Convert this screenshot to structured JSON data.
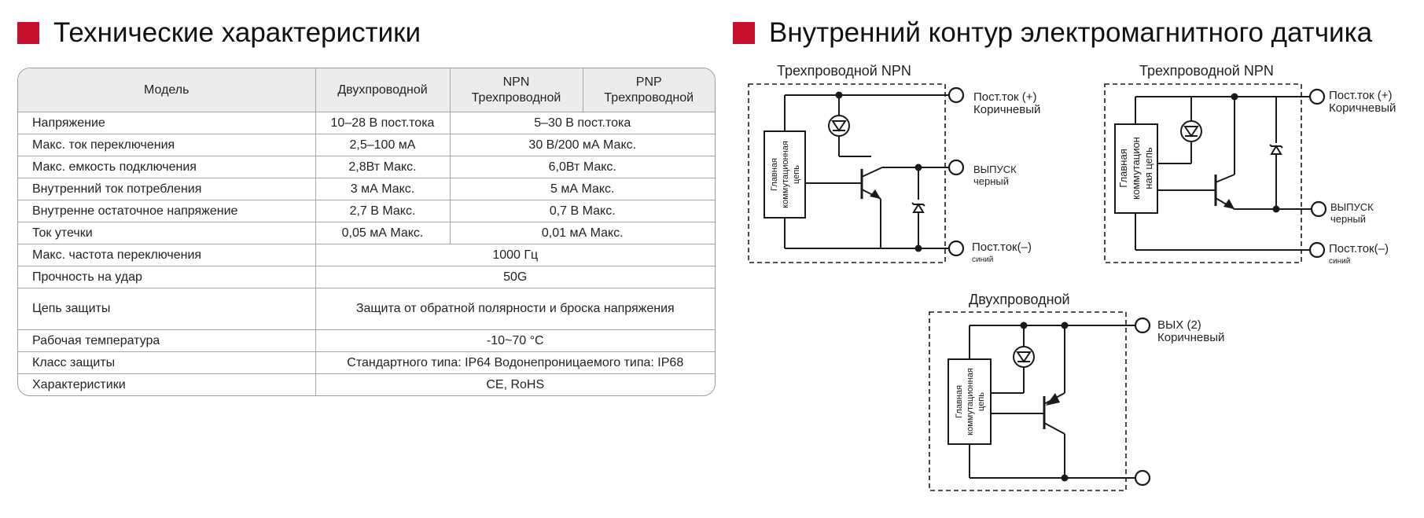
{
  "colors": {
    "accent": "#c8102e"
  },
  "left": {
    "title": "Технические характеристики",
    "headers": [
      "Модель",
      "Двухпроводной",
      [
        "NPN",
        "Трехпроводной"
      ],
      [
        "PNP",
        "Трехпроводной"
      ]
    ],
    "rows": [
      {
        "label": "Напряжение",
        "two": "10–28 В пост.тока",
        "three": "5–30 В пост.тока"
      },
      {
        "label": "Макс. ток переключения",
        "two": "2,5–100 мА",
        "three": "30 В/200 мА Макс."
      },
      {
        "label": "Макс. емкость подключения",
        "two": "2,8Вт Макс.",
        "three": "6,0Вт Макс."
      },
      {
        "label": "Внутренний ток потребления",
        "two": "3 мА Макс.",
        "three": "5 мА Макс."
      },
      {
        "label": "Внутренне остаточное напряжение",
        "two": "2,7 В Макс.",
        "three": "0,7 В Макс."
      },
      {
        "label": "Ток утечки",
        "two": "0,05 мА Макс.",
        "three": "0,01 мА Макс."
      },
      {
        "label": "Макс. частота переключения",
        "all": "1000 Гц"
      },
      {
        "label": "Прочность на удар",
        "all": "50G"
      },
      {
        "label": "Цепь защиты",
        "all": "Защита от обратной полярности и броска напряжения",
        "tall": true
      },
      {
        "label": "Рабочая температура",
        "all": "-10~70 °C"
      },
      {
        "label": "Класс защиты",
        "all": "Стандартного типа: IP64 Водонепроницаемого типа: IP68"
      },
      {
        "label": "Характеристики",
        "all": "CE, RoHS"
      }
    ]
  },
  "right": {
    "title": "Внутренний контур электромагнитного датчика",
    "npn1": {
      "title": "Трехпроводной NPN",
      "block": [
        "Главная",
        "коммутационная",
        "цепь"
      ],
      "pin_top": [
        "Пост.ток (+)",
        "Коричневый"
      ],
      "pin_out": [
        "ВЫПУСК",
        "черный"
      ],
      "pin_bottom": [
        "Пост.ток(–)",
        "синий"
      ]
    },
    "npn2": {
      "title": "Трехпроводной NPN",
      "block": [
        "Главная",
        "коммутацион",
        "ная цепь"
      ],
      "pin_top": [
        "Пост.ток (+)",
        "Коричневый"
      ],
      "pin_out": [
        "ВЫПУСК",
        "черный"
      ],
      "pin_bottom": [
        "Пост.ток(–)",
        "синий"
      ]
    },
    "two": {
      "title": "Двухпроводной",
      "block": [
        "Главная",
        "коммутационная",
        "цепь"
      ],
      "pin_top": [
        "ВЫХ (2)",
        "Коричневый"
      ]
    }
  }
}
